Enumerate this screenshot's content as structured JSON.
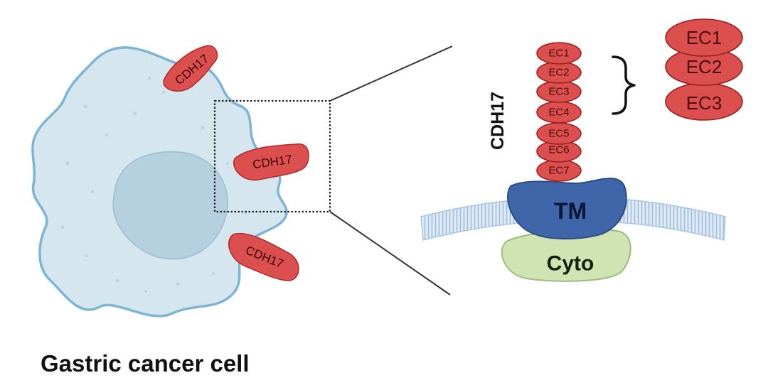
{
  "caption": "Gastric cancer cell",
  "cell": {
    "receptor_labels": [
      "CDH17",
      "CDH17",
      "CDH17"
    ]
  },
  "structure": {
    "vertical_label": "CDH17",
    "domains": [
      "EC1",
      "EC2",
      "EC3",
      "EC4",
      "EC5",
      "EC6",
      "EC7"
    ],
    "transmembrane_label": "TM",
    "cytoplasmic_label": "Cyto",
    "highlight_domains": [
      "EC1",
      "EC2",
      "EC3"
    ]
  },
  "colors": {
    "cell_fill": "#d6e6ee",
    "cell_outline": "#7cb5d6",
    "nucleus_fill": "#b5d0df",
    "ec_fill": "#dc4f4f",
    "ec_outline": "#9a1f1f",
    "tm_fill": "#3f66a8",
    "cyto_fill": "#cfe3b3",
    "membrane_stripe": "#a9c7e2"
  }
}
